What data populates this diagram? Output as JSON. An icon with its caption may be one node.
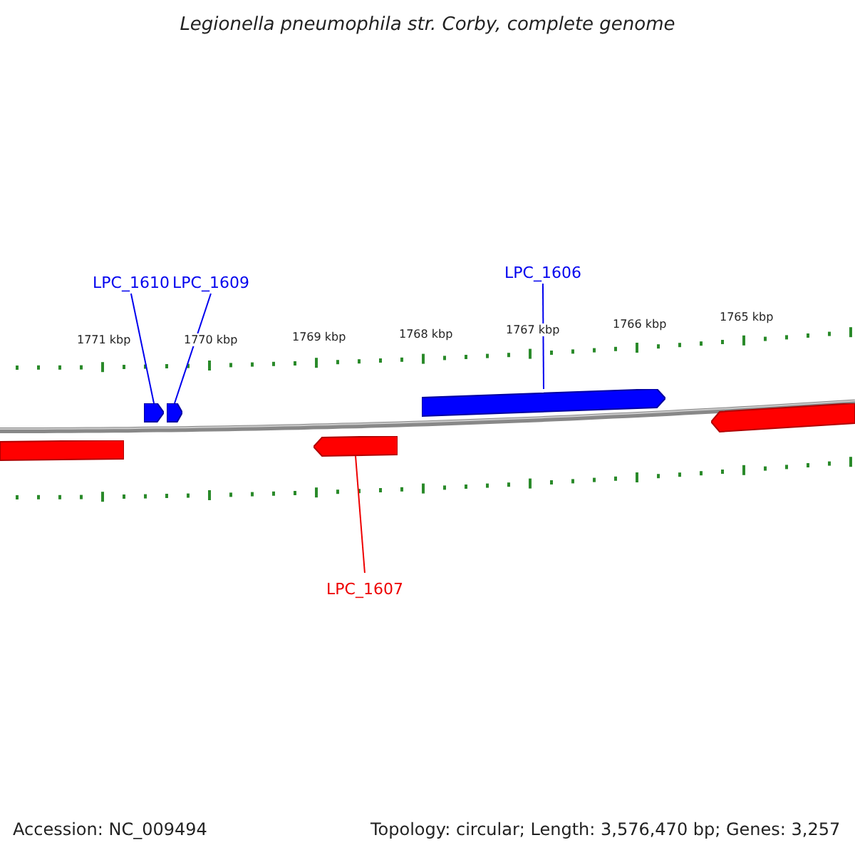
{
  "diagram": {
    "title": "Legionella pneumophila str. Corby, complete genome",
    "nodes": [
      {
        "text": [
          "LPC_1610"
        ]
      },
      {
        "text": [
          "LPC_1609"
        ]
      },
      {
        "text": [
          "LPC_1606"
        ]
      },
      {
        "text": [
          "LPC_1607"
        ]
      },
      {
        "text": [],
        "shape": "bar"
      },
      {
        "text": [],
        "shape": "bar"
      },
      {
        "text": [],
        "shape": "bar"
      },
      {
        "text": [],
        "shape": "bar"
      },
      {
        "text": [],
        "shape": "bar"
      },
      {
        "text": [],
        "shape": "bar"
      }
    ],
    "edges": [
      {
        "from": 0,
        "to": 5,
        "arrow": "none"
      },
      {
        "from": 1,
        "to": 6,
        "arrow": "none"
      },
      {
        "from": 2,
        "to": 8,
        "arrow": "none"
      },
      {
        "from": 3,
        "to": 7,
        "arrow": "none",
        "color": "#ee0000"
      }
    ],
    "labels": [
      "1771 kbp",
      "1770 kbp",
      "1769 kbp",
      "1768 kbp",
      "1767 kbp",
      "1766 kbp",
      "1765 kbp",
      "Accession: NC_009494",
      "Topology: circular; Length: 3,576,470 bp; Genes: 3,257"
    ]
  }
}
